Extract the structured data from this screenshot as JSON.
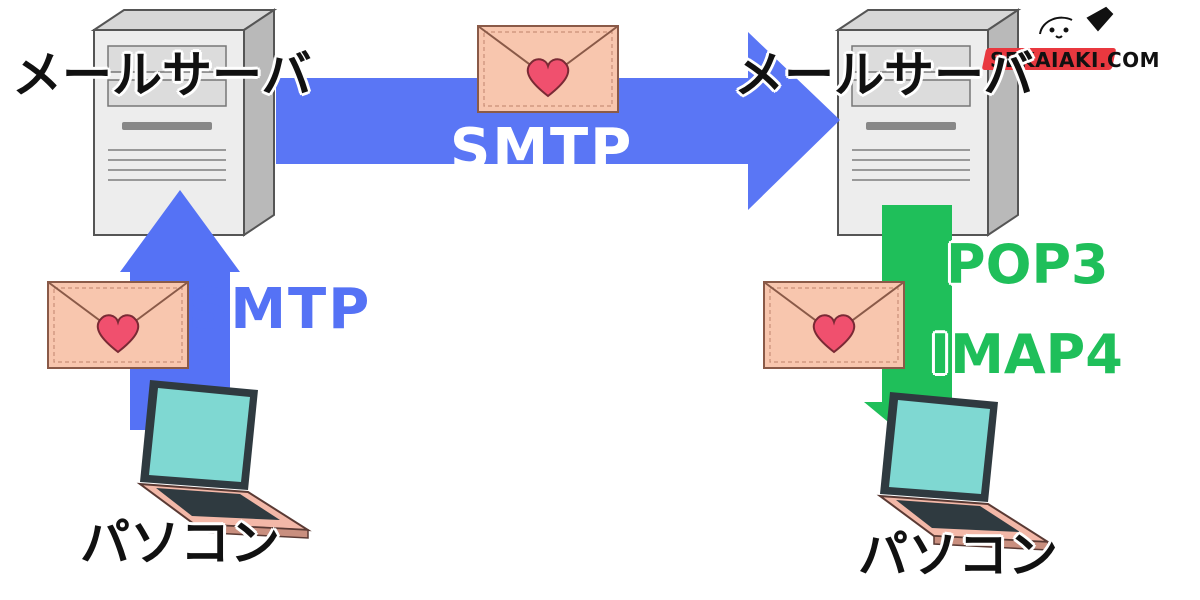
{
  "nodes": {
    "server_left_label": "メールサーバ",
    "server_right_label": "メールサーバ",
    "pc_left_label": "パソコン",
    "pc_right_label": "パソコン"
  },
  "protocols": {
    "server_to_server": "SMTP",
    "pc_to_server": "SMTP",
    "server_to_pc_1": "POP3",
    "server_to_pc_2": "IMAP4"
  },
  "brand": {
    "text": "SEKAIAKI.COM"
  },
  "colors": {
    "smtp_arrow": "#5572f5",
    "pop_arrow": "#1fbf5a",
    "envelope": "#f8c6ae",
    "heart": "#f0506e",
    "laptop_screen": "#7fd8d2",
    "laptop_body": "#f3b8a8",
    "server_body": "#e6e6e6",
    "brand_stripe": "#e9383f"
  },
  "icons": [
    "server-icon",
    "laptop-icon",
    "envelope-icon",
    "heart-icon",
    "cat-doodle-icon"
  ]
}
